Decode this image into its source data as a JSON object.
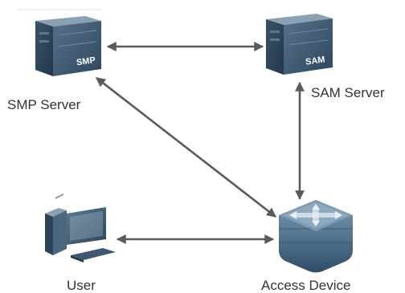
{
  "nodes": {
    "smp_server": {
      "label": "SMP Server",
      "icon_text": "SMP",
      "icon": "server-icon"
    },
    "sam_server": {
      "label": "SAM Server",
      "icon_text": "SAM",
      "icon": "server-icon"
    },
    "user": {
      "label": "User",
      "icon": "computer-icon"
    },
    "access_device": {
      "label": "Access Device",
      "icon": "switch-icon"
    }
  },
  "connections": [
    {
      "from": "SMP Server",
      "to": "SAM Server",
      "direction": "bidirectional"
    },
    {
      "from": "SMP Server",
      "to": "Access Device",
      "direction": "bidirectional"
    },
    {
      "from": "SAM Server",
      "to": "Access Device",
      "direction": "bidirectional"
    },
    {
      "from": "User",
      "to": "Access Device",
      "direction": "bidirectional"
    }
  ],
  "colors": {
    "arrow": "#5a5a5a",
    "server_front": "#3d5870",
    "server_side": "#2b4055",
    "server_top": "#7f97ab",
    "device_body": "#4a6e8c",
    "label": "#333333"
  }
}
